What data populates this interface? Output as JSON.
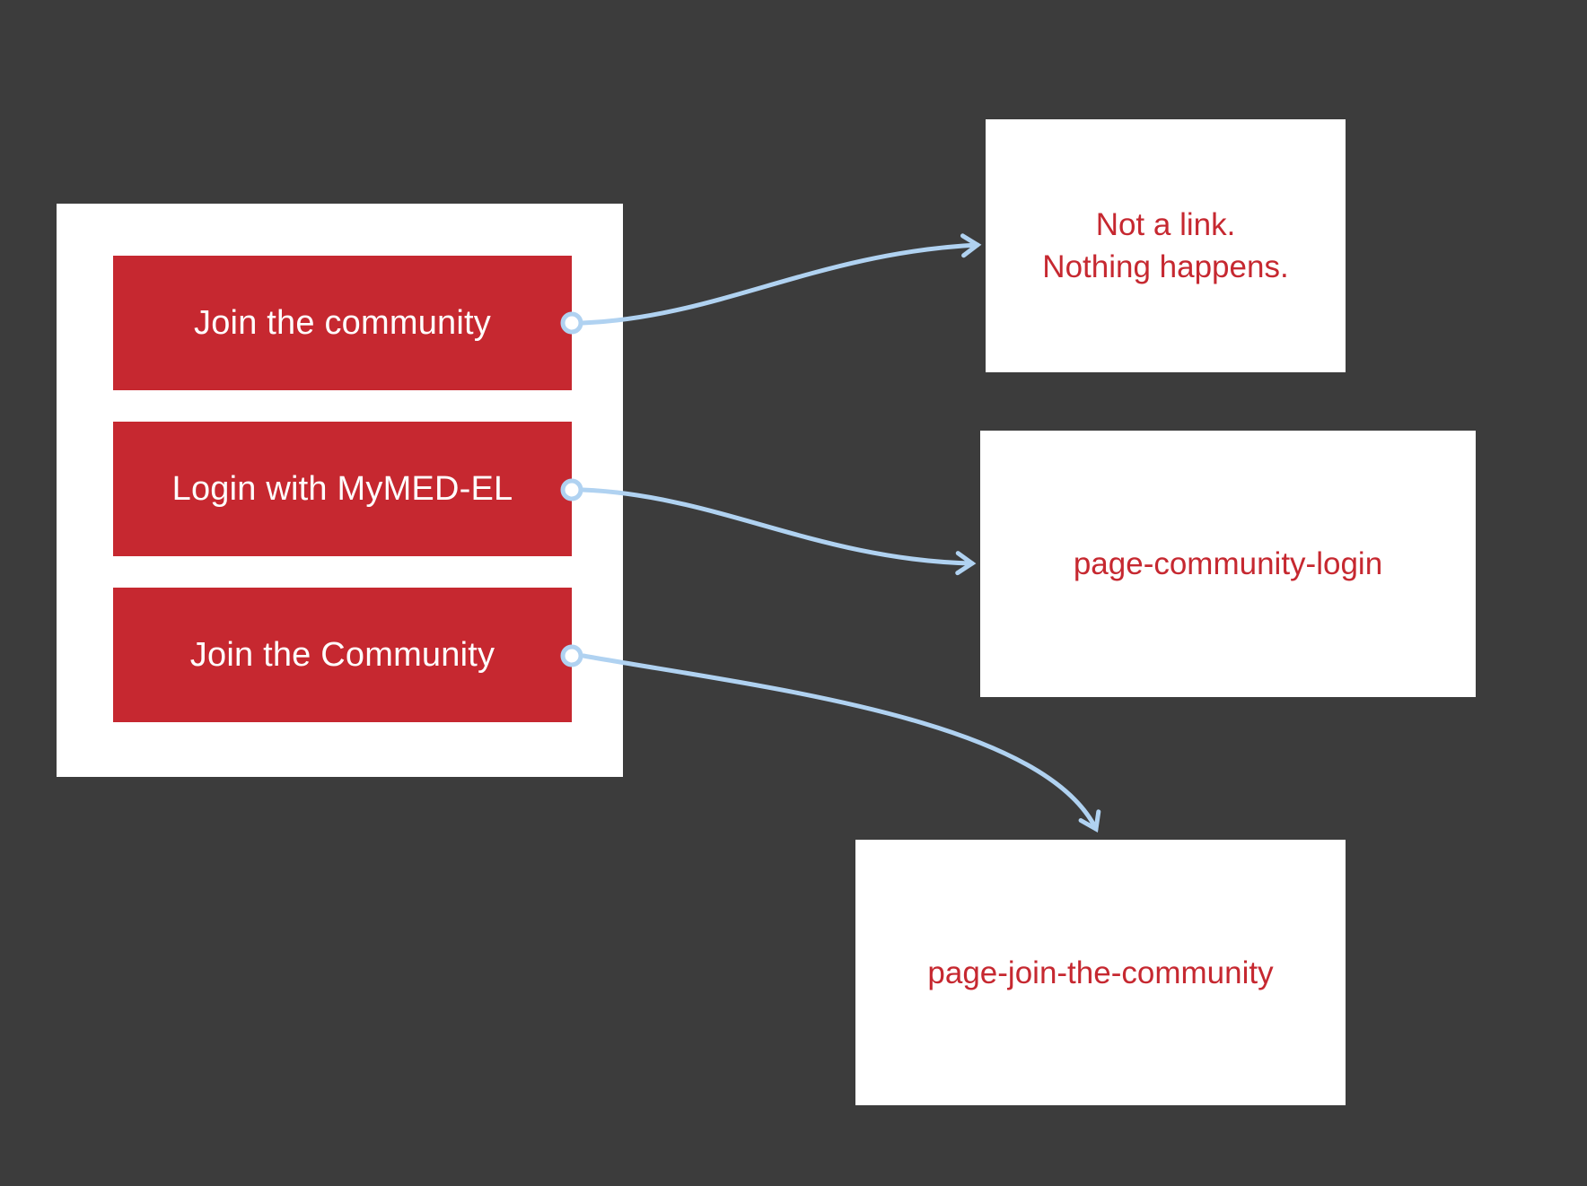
{
  "colors": {
    "background": "#3c3c3c",
    "surface": "#ffffff",
    "accent_red": "#c62830",
    "button_text": "#ffffff",
    "connector_blue": "#b0d2f1"
  },
  "screen": {
    "buttons": [
      {
        "label": "Join the community"
      },
      {
        "label": "Login with MyMED-EL"
      },
      {
        "label": "Join the Community"
      }
    ]
  },
  "targets": {
    "no_link": {
      "line1": "Not a link.",
      "line2": "Nothing happens."
    },
    "community_login": {
      "label": "page-community-login"
    },
    "join_community": {
      "label": "page-join-the-community"
    }
  }
}
